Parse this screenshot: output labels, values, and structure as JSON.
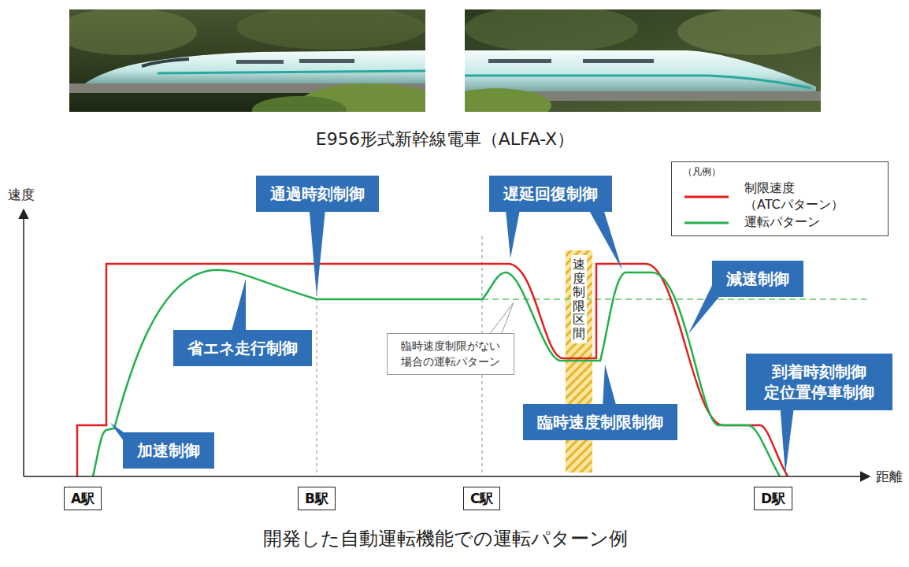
{
  "diagram": {
    "caption": "開発した自動運転機能での運転パターン例",
    "nodes": [
      {
        "text": [
          "通過時刻制御"
        ]
      },
      {
        "text": [
          "遅延回復制御"
        ]
      },
      {
        "text": [
          "減速制御"
        ]
      },
      {
        "text": [
          "省エネ走行制御"
        ]
      },
      {
        "text": [
          "臨時速度制限がない 場合の運転パターン"
        ]
      },
      {
        "text": [
          "速度制限区間"
        ]
      },
      {
        "text": [
          "到着時刻制御 定位置停車制御"
        ]
      },
      {
        "text": [
          "臨時速度制限制御"
        ]
      },
      {
        "text": [
          "加速制御"
        ]
      },
      {
        "text": [
          "A駅"
        ]
      },
      {
        "text": [
          "B駅"
        ]
      },
      {
        "text": [
          "C駅"
        ]
      },
      {
        "text": [
          "D駅"
        ]
      }
    ],
    "labels": [
      "E956形式新幹線電車（ALFA-X）",
      "速度",
      "距離",
      "（凡例）"
    ],
    "legend": [
      {
        "text": "制限速度 （ATCパターン）"
      },
      {
        "text": "運転パターン"
      }
    ]
  }
}
